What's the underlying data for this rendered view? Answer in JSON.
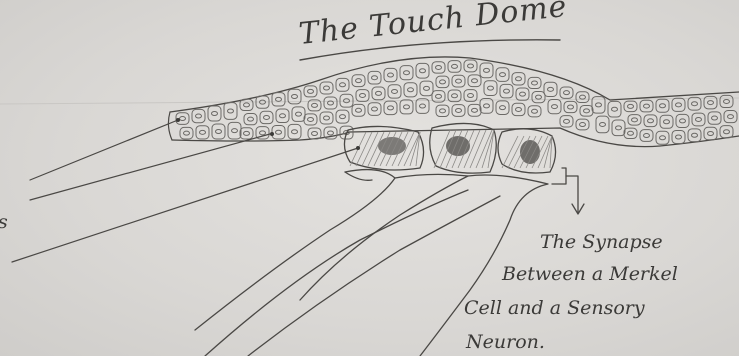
{
  "title": "The Touch Dome",
  "caption": {
    "line1": "The Synapse",
    "line2": "Between a Merkel",
    "line3": "Cell and a Sensory",
    "line4": "Neuron."
  },
  "edge_fragment": "s"
}
